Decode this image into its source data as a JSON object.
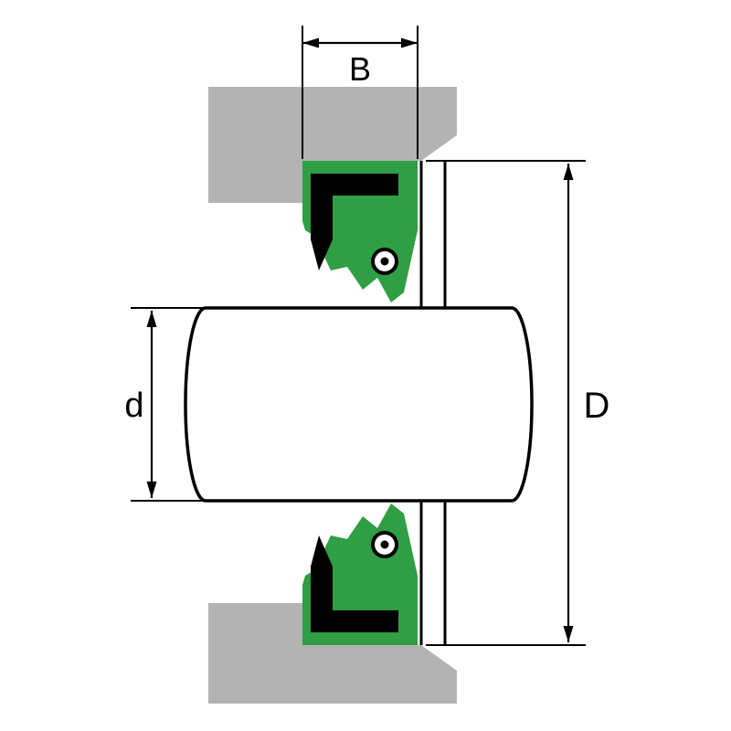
{
  "diagram": {
    "type": "technical-cross-section",
    "subject": "Radial shaft seal installed between housing bore and shaft",
    "dimensions": {
      "seal_width_label": "B",
      "shaft_diameter_label": "d",
      "outer_diameter_label": "D"
    },
    "colors": {
      "housing_gray": "#b3b3b3",
      "seal_green": "#2f9e44",
      "seal_case_black": "#000000",
      "outline_black": "#000000",
      "background": "#ffffff"
    }
  }
}
